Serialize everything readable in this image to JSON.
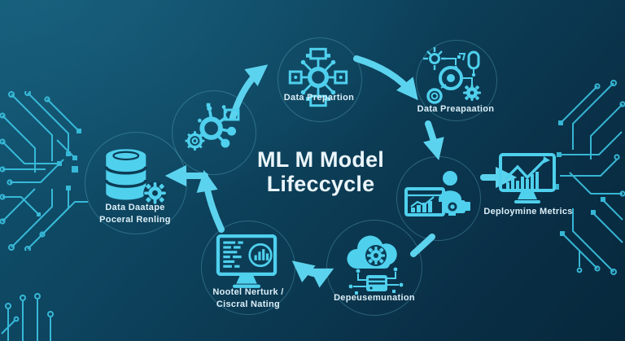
{
  "title": {
    "line1": "ML M Model",
    "line2": "Lifeccycle"
  },
  "nodes": {
    "data_prepartion": {
      "label": "Data Prepartion",
      "icon": "network-chip-icon"
    },
    "data_preapaation": {
      "label": "Data Preapaation",
      "icon": "gears-pipeline-icon"
    },
    "deploymine_metrics": {
      "label": "Deploymine Metrics",
      "icon": "monitor-chart-icon"
    },
    "analyst": {
      "icon": "person-dashboard-icon"
    },
    "depeusemunation": {
      "label": "Depeusemunation",
      "icon": "cloud-gear-server-icon"
    },
    "nootel_nerturk": {
      "label_line1": "Nootel Nerturk /",
      "label_line2": "Ciscral Nating",
      "icon": "monitor-code-icon"
    },
    "data_daatape": {
      "label_line1": "Data Daatape",
      "label_line2": "Poceral Renling",
      "icon": "database-gear-icon"
    },
    "network_hub": {
      "icon": "network-hub-icon"
    }
  },
  "colors": {
    "background_top": "#115673",
    "background_bottom": "#07283c",
    "icon_cyan": "#4fd0ed",
    "arrow_cyan": "#5cd3ee",
    "circuit_cyan": "#3cc5e4",
    "label_text": "#dceff7",
    "title_text": "#eaf5fa"
  }
}
